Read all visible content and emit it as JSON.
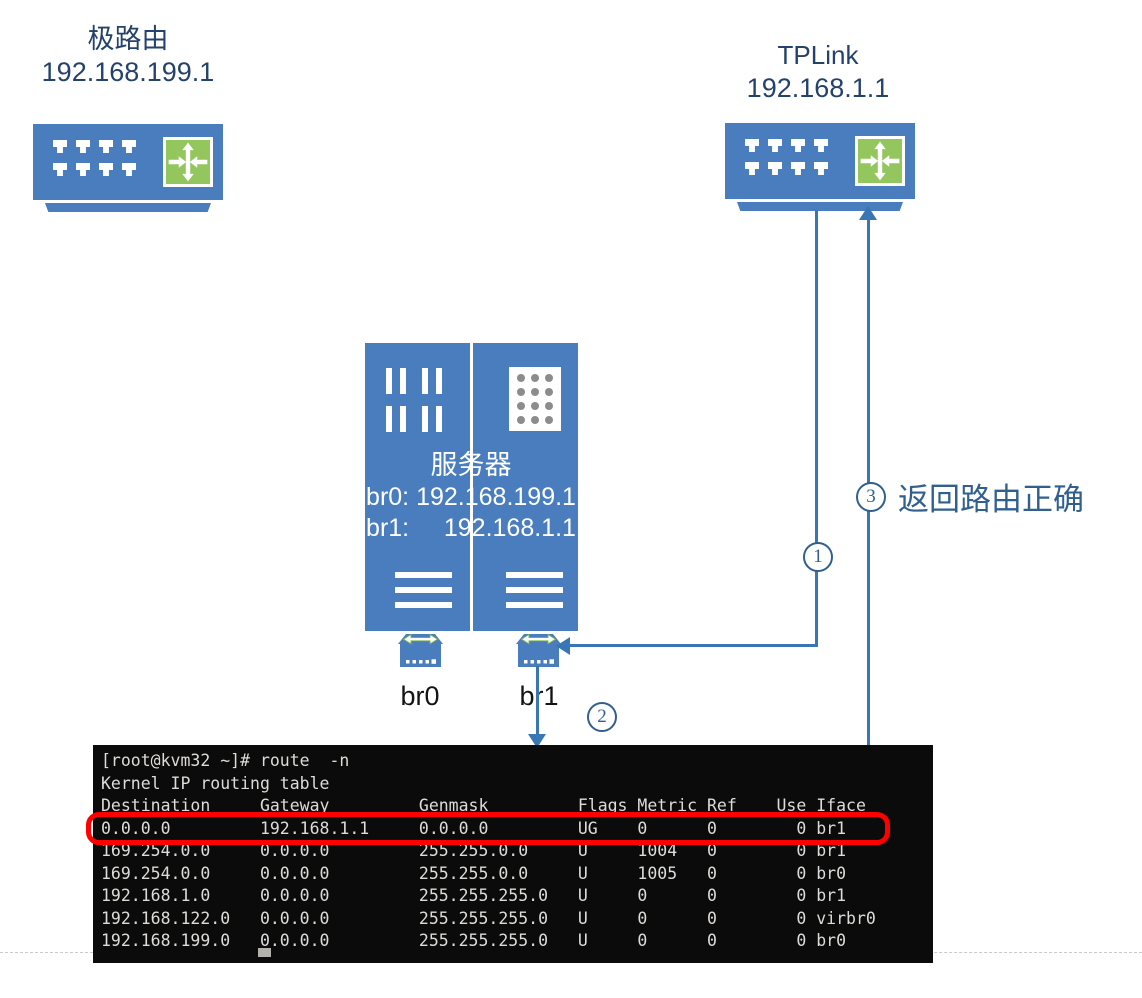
{
  "colors": {
    "shape_blue": "#4A7DBD",
    "green": "#94C65E",
    "arrow_green": "#7AB648",
    "line_blue": "#3876B4",
    "annotation_blue": "#31608F",
    "title_navy": "#24426B",
    "highlight_red": "#FF0000",
    "terminal_bg": "#0B0B0B",
    "terminal_text": "#DEDCD8"
  },
  "router_left": {
    "name": "极路由",
    "ip": "192.168.199.1"
  },
  "router_right": {
    "name": "TPLink",
    "ip": "192.168.1.1"
  },
  "server": {
    "title": "服务器",
    "br0_line": "br0: 192.168.199.1",
    "br1_line": "br1:     192.168.1.1"
  },
  "bridges": {
    "left_label": "br0",
    "right_label": "br1"
  },
  "steps": {
    "one": "1",
    "two": "2",
    "three": "3",
    "three_label": "返回路由正确"
  },
  "terminal": {
    "lines": [
      "[root@kvm32 ~]# route  -n",
      "Kernel IP routing table",
      "Destination     Gateway         Genmask         Flags Metric Ref    Use Iface",
      "0.0.0.0         192.168.1.1     0.0.0.0         UG    0      0        0 br1",
      "169.254.0.0     0.0.0.0         255.255.0.0     U     1004   0        0 br1",
      "169.254.0.0     0.0.0.0         255.255.0.0     U     1005   0        0 br0",
      "192.168.1.0     0.0.0.0         255.255.255.0   U     0      0        0 br1",
      "192.168.122.0   0.0.0.0         255.255.255.0   U     0      0        0 virbr0",
      "192.168.199.0   0.0.0.0         255.255.255.0   U     0      0        0 br0"
    ]
  }
}
